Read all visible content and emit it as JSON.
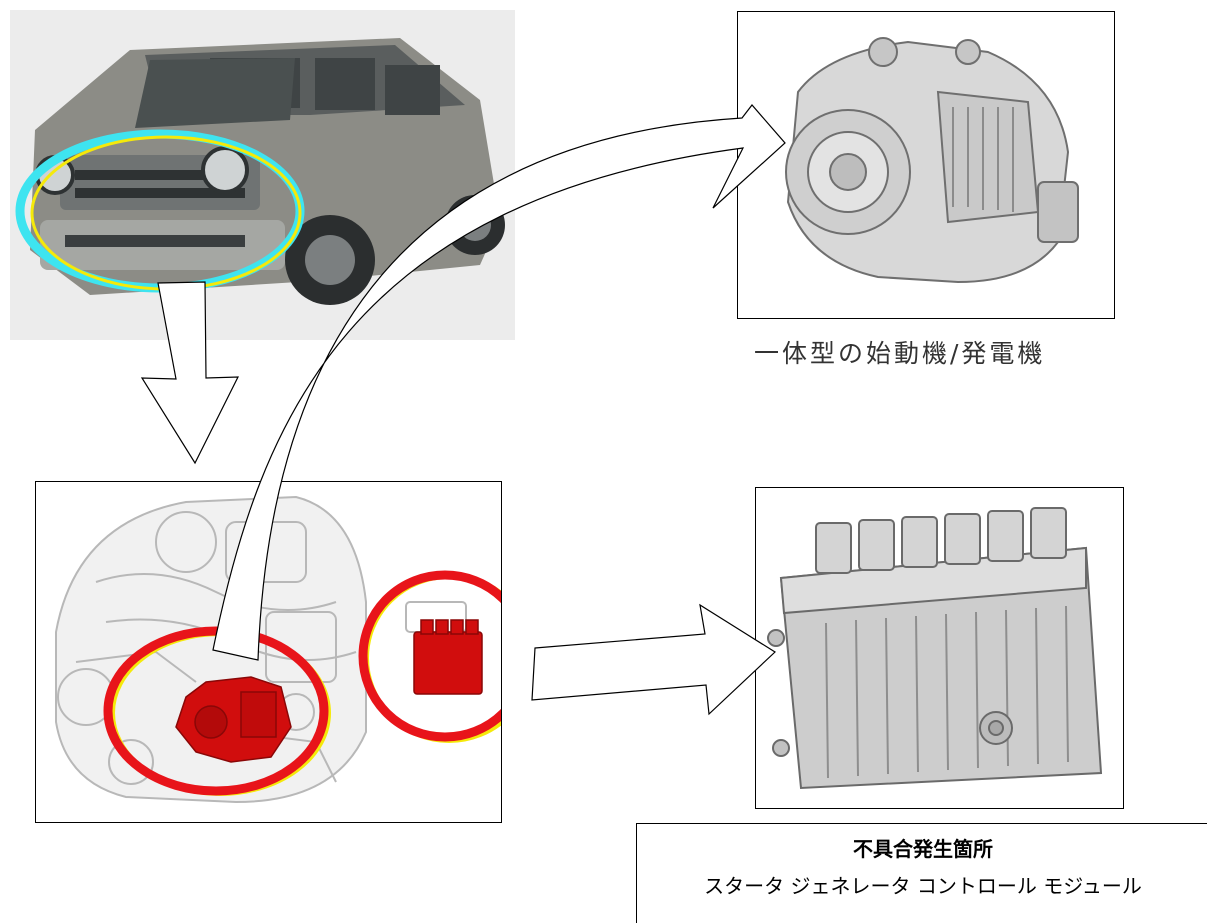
{
  "alternator_caption": "一体型の始動機/発電機",
  "defect_box": {
    "title": "不具合発生箇所",
    "module_name": "スタータ ジェネレータ コントロール モジュール"
  },
  "colors": {
    "highlight_ring_cyan": "#3ee4f0",
    "highlight_ring_red": "#e8141a",
    "highlight_ring_yellow": "#f5e90a",
    "part_red": "#d10d0d"
  }
}
